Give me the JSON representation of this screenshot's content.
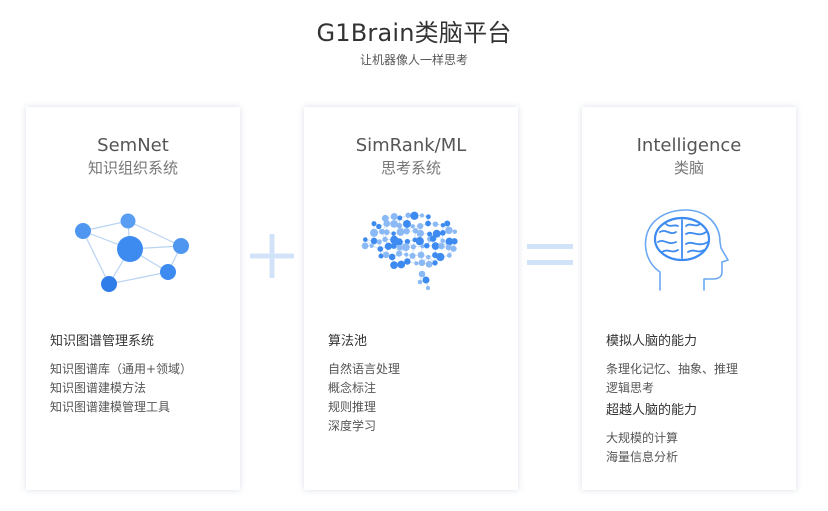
{
  "header": {
    "title": "G1Brain类脑平台",
    "subtitle": "让机器像人一样思考"
  },
  "cards": [
    {
      "title_en": "SemNet",
      "title_cn": "知识组织系统",
      "icon": "knowledge-network-icon",
      "sections": [
        {
          "title": "知识图谱管理系统",
          "items": [
            "知识图谱库（通用+领域）",
            "知识图谱建模方法",
            "知识图谱建模管理工具"
          ]
        }
      ]
    },
    {
      "title_en": "SimRank/ML",
      "title_cn": "思考系统",
      "icon": "neural-brain-icon",
      "sections": [
        {
          "title": "算法池",
          "items": [
            "自然语言处理",
            "概念标注",
            "规则推理",
            "深度学习"
          ]
        }
      ]
    },
    {
      "title_en": "Intelligence",
      "title_cn": "类脑",
      "icon": "human-head-brain-icon",
      "sections": [
        {
          "title": "模拟人脑的能力",
          "items": [
            "条理化记忆、抽象、推理",
            "逻辑思考"
          ]
        },
        {
          "title": "超越人脑的能力",
          "items": [
            "大规模的计算",
            "海量信息分析"
          ]
        }
      ]
    }
  ],
  "operators": [
    "plus-icon",
    "equals-icon"
  ],
  "colors": {
    "accent": "#3d8bf0",
    "accent_light": "#8ab9f5",
    "operator": "#d2e3f9",
    "line": "#b9d3f3"
  }
}
